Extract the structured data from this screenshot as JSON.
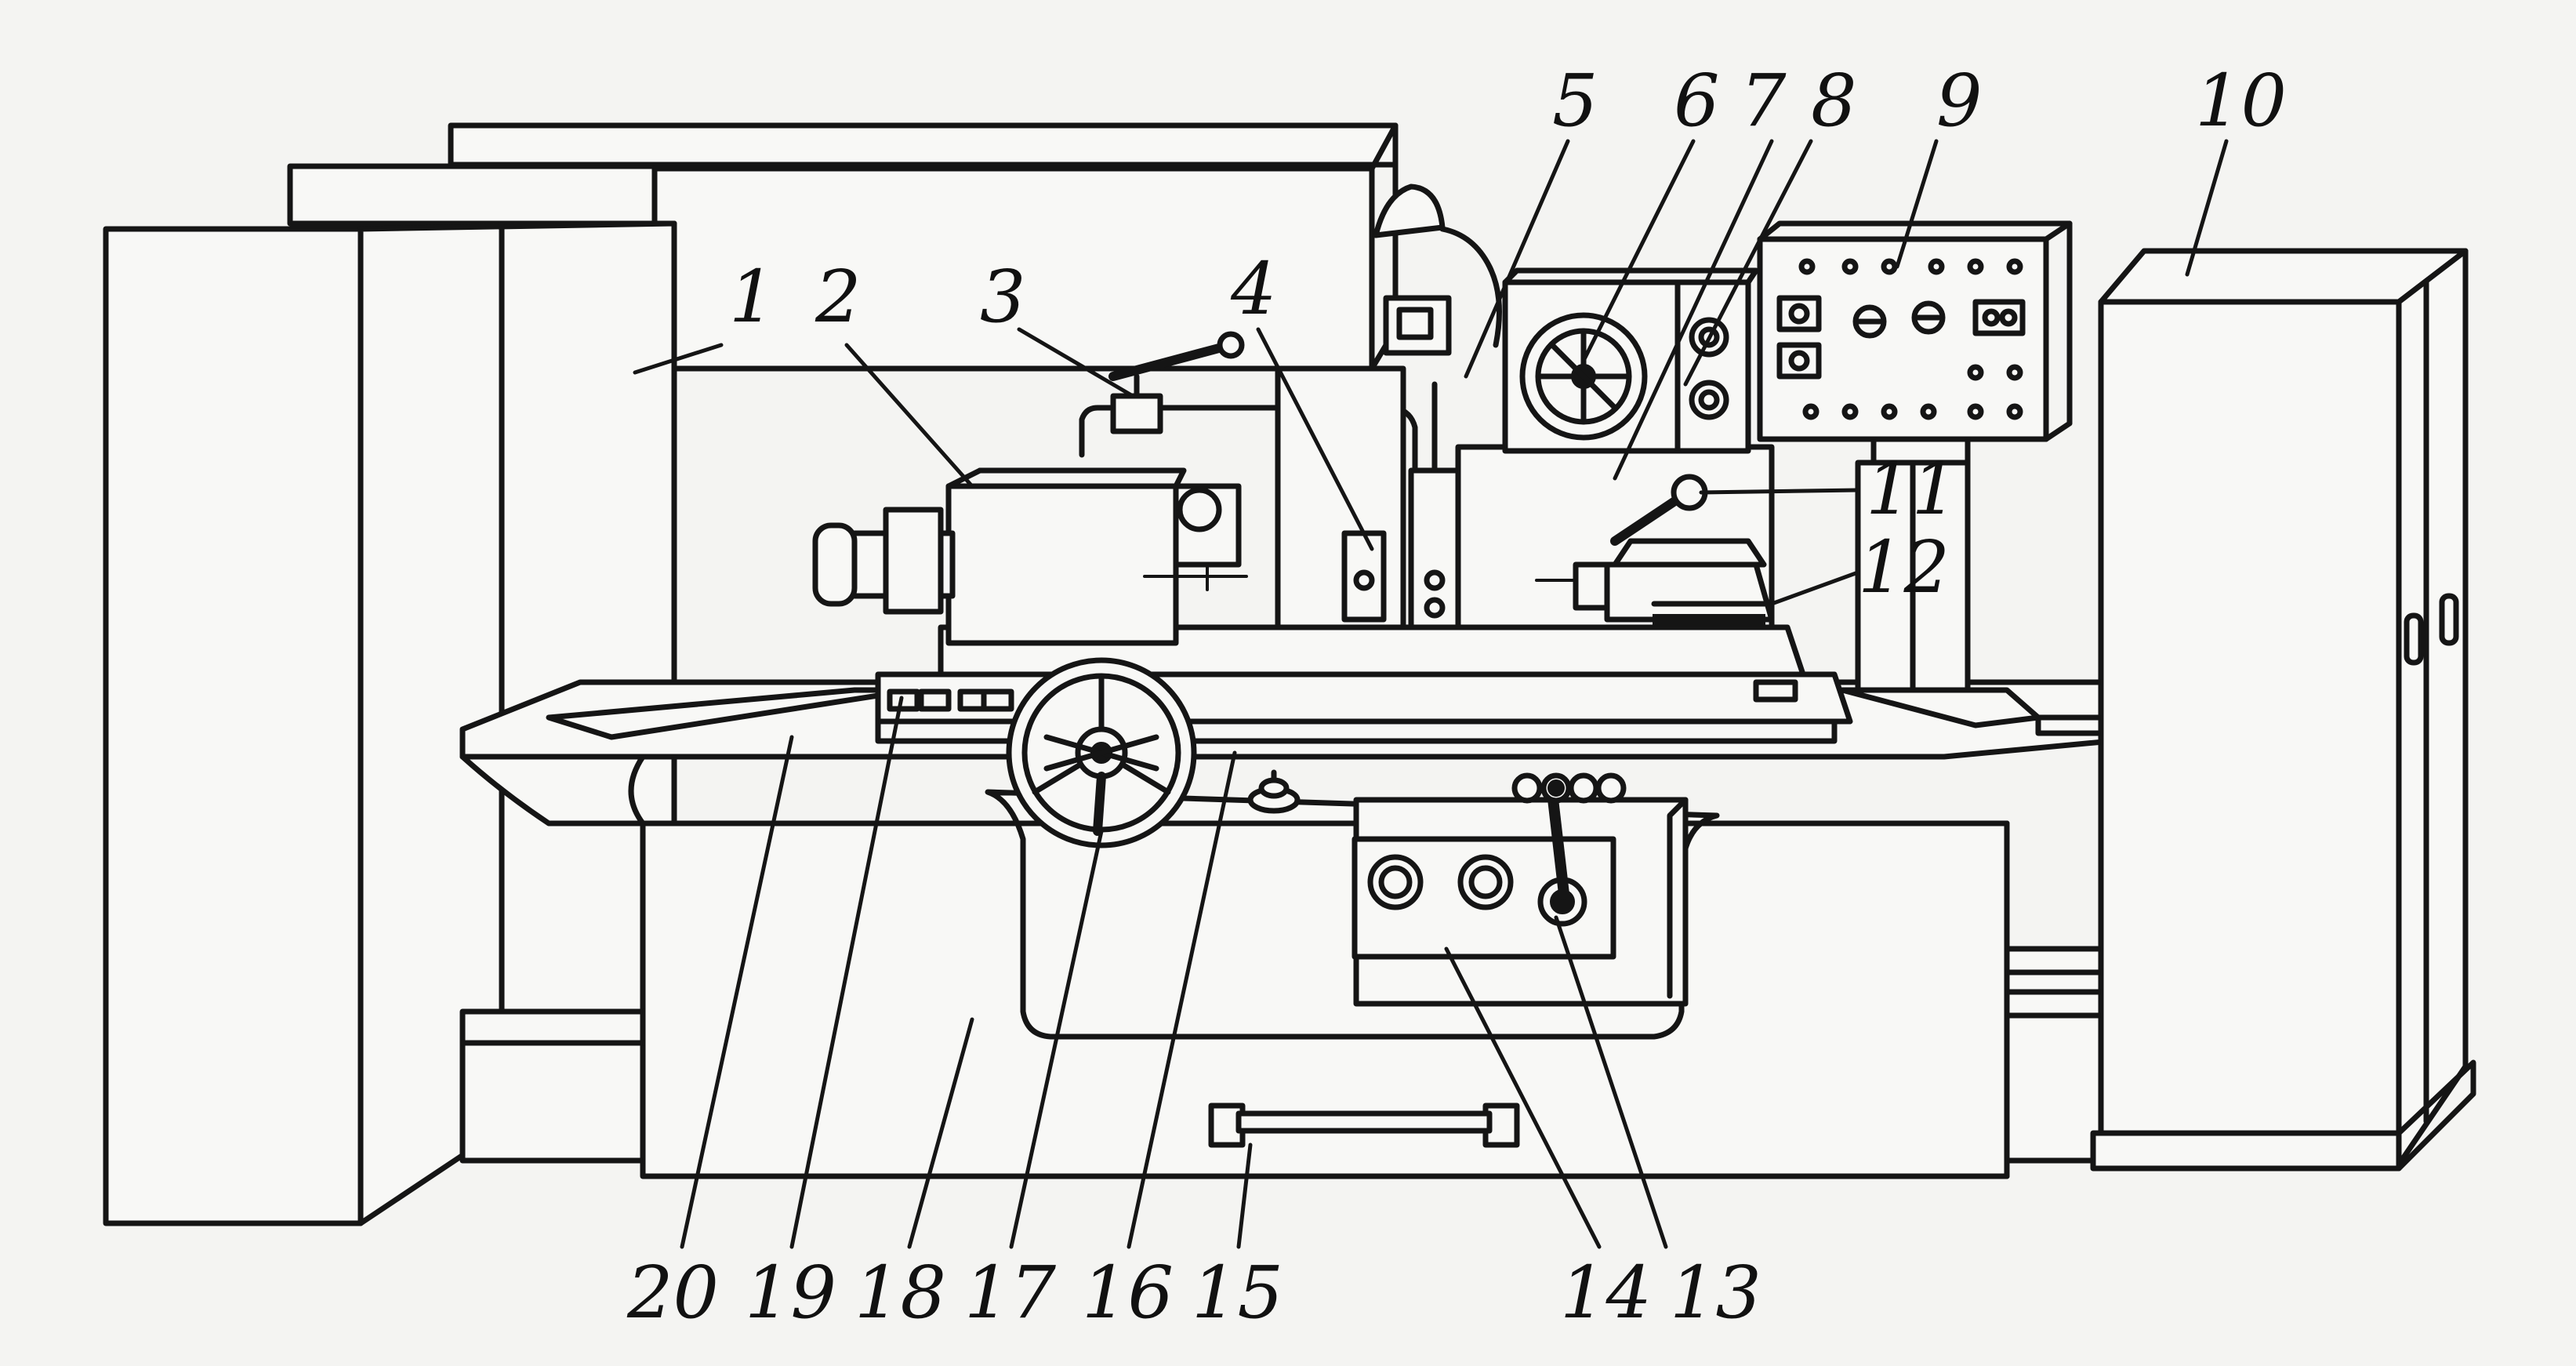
{
  "diagram": {
    "labels": {
      "l1": "1",
      "l2": "2",
      "l3": "3",
      "l4": "4",
      "l5": "5",
      "l6": "6",
      "l7": "7",
      "l8": "8",
      "l9": "9",
      "l10": "10",
      "l11": "11",
      "l12": "12",
      "l13": "13",
      "l14": "14",
      "l15": "15",
      "l16": "16",
      "l17": "17",
      "l18": "18",
      "l19": "19",
      "l20": "20"
    },
    "colors": {
      "line": "#151515",
      "paper": "#f4f4f2",
      "fill": "#f8f8f6"
    }
  }
}
